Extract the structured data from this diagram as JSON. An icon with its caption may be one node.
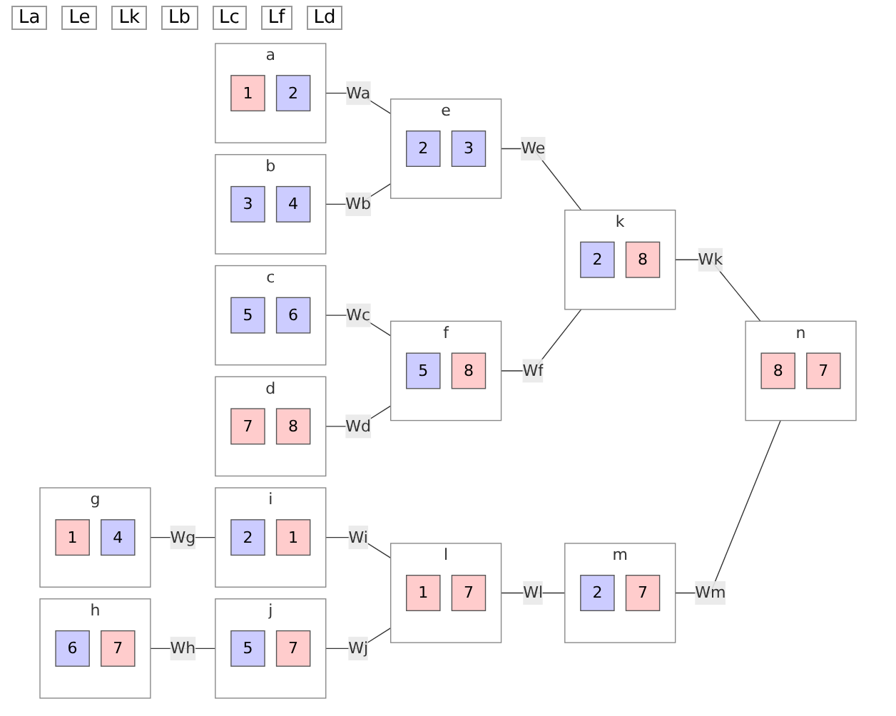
{
  "diagram": {
    "nodes": [
      {
        "text": [
          "a"
        ]
      },
      {
        "text": [
          "1"
        ],
        "in": 0
      },
      {
        "text": [
          "2"
        ],
        "in": 0
      },
      {
        "text": [
          "b"
        ]
      },
      {
        "text": [
          "3"
        ],
        "in": 3
      },
      {
        "text": [
          "4"
        ],
        "in": 3
      },
      {
        "text": [
          "c"
        ]
      },
      {
        "text": [
          "5"
        ],
        "in": 6
      },
      {
        "text": [
          "6"
        ],
        "in": 6
      },
      {
        "text": [
          "d"
        ]
      },
      {
        "text": [
          "7"
        ],
        "in": 9
      },
      {
        "text": [
          "8"
        ],
        "in": 9
      },
      {
        "text": [
          "e"
        ]
      },
      {
        "text": [
          "2"
        ],
        "in": 12
      },
      {
        "text": [
          "3"
        ],
        "in": 12
      },
      {
        "text": [
          "f"
        ]
      },
      {
        "text": [
          "5"
        ],
        "in": 15
      },
      {
        "text": [
          "8"
        ],
        "in": 15
      },
      {
        "text": [
          "g"
        ]
      },
      {
        "text": [
          "1"
        ],
        "in": 18
      },
      {
        "text": [
          "4"
        ],
        "in": 18
      },
      {
        "text": [
          "h"
        ]
      },
      {
        "text": [
          "6"
        ],
        "in": 21
      },
      {
        "text": [
          "7"
        ],
        "in": 21
      },
      {
        "text": [
          "i"
        ]
      },
      {
        "text": [
          "2"
        ],
        "in": 24
      },
      {
        "text": [
          "1"
        ],
        "in": 24
      },
      {
        "text": [
          "j"
        ]
      },
      {
        "text": [
          "5"
        ],
        "in": 27
      },
      {
        "text": [
          "7"
        ],
        "in": 27
      },
      {
        "text": [
          "k"
        ]
      },
      {
        "text": [
          "2"
        ],
        "in": 30
      },
      {
        "text": [
          "8"
        ],
        "in": 30
      },
      {
        "text": [
          "l"
        ]
      },
      {
        "text": [
          "1"
        ],
        "in": 33
      },
      {
        "text": [
          "7"
        ],
        "in": 33
      },
      {
        "text": [
          "m"
        ]
      },
      {
        "text": [
          "2"
        ],
        "in": 36
      },
      {
        "text": [
          "7"
        ],
        "in": 36
      },
      {
        "text": [
          "n"
        ]
      },
      {
        "text": [
          "8"
        ],
        "in": 39
      },
      {
        "text": [
          "7"
        ],
        "in": 39
      }
    ],
    "edges": [
      {
        "from": 0,
        "to": 12,
        "arrow": "none",
        "label": "Wa"
      },
      {
        "from": 3,
        "to": 12,
        "arrow": "none",
        "label": "Wb"
      },
      {
        "from": 6,
        "to": 15,
        "arrow": "none",
        "label": "Wc"
      },
      {
        "from": 9,
        "to": 15,
        "arrow": "none",
        "label": "Wd"
      },
      {
        "from": 12,
        "to": 30,
        "arrow": "none",
        "label": "We"
      },
      {
        "from": 15,
        "to": 30,
        "arrow": "none",
        "label": "Wf"
      },
      {
        "from": 30,
        "to": 39,
        "arrow": "none",
        "label": "Wk"
      },
      {
        "from": 18,
        "to": 24,
        "arrow": "none",
        "label": "Wg"
      },
      {
        "from": 21,
        "to": 27,
        "arrow": "none",
        "label": "Wh"
      },
      {
        "from": 24,
        "to": 33,
        "arrow": "none",
        "label": "Wi"
      },
      {
        "from": 27,
        "to": 33,
        "arrow": "none",
        "label": "Wj"
      },
      {
        "from": 33,
        "to": 36,
        "arrow": "none",
        "label": "Wl"
      },
      {
        "from": 36,
        "to": 39,
        "arrow": "none",
        "label": "Wm"
      }
    ],
    "labels": [
      "La",
      "Le",
      "Lk",
      "Lb",
      "Lc",
      "Lf",
      "Ld"
    ]
  }
}
